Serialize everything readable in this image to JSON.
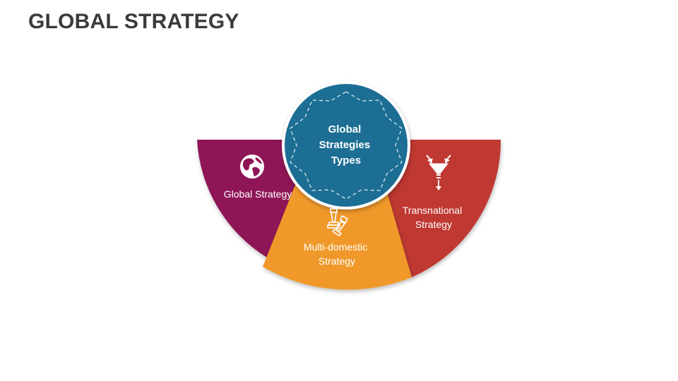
{
  "slide": {
    "title": "GLOBAL STRATEGY"
  },
  "diagram": {
    "center": {
      "lines": [
        "Global",
        "Strategies",
        "Types"
      ],
      "color": "#1f6e94"
    },
    "segments": [
      {
        "id": "global",
        "lines": [
          "Global Strategy"
        ],
        "icon": "globe-icon",
        "color": "#8e1657"
      },
      {
        "id": "multi-domestic",
        "lines": [
          "Multi-domestic",
          "Strategy"
        ],
        "icon": "chess-pieces-icon",
        "color": "#f0992b"
      },
      {
        "id": "transnational",
        "lines": [
          "Transnational",
          "Strategy"
        ],
        "icon": "funnel-icon",
        "color": "#bf3832"
      }
    ]
  }
}
